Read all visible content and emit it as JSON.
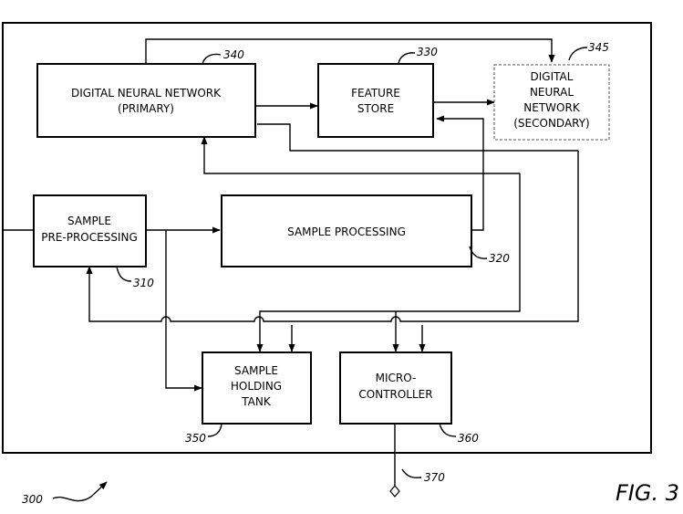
{
  "blocks": {
    "dnn_primary": {
      "line1": "DIGITAL NEURAL NETWORK",
      "line2": "(PRIMARY)",
      "ref": "340"
    },
    "feature_store": {
      "line1": "FEATURE",
      "line2": "STORE",
      "ref": "330"
    },
    "dnn_secondary": {
      "line1": "DIGITAL",
      "line2": "NEURAL",
      "line3": "NETWORK",
      "line4": "(SECONDARY)",
      "ref": "345"
    },
    "pre_processing": {
      "line1": "SAMPLE",
      "line2": "PRE-PROCESSING",
      "ref": "310"
    },
    "sample_processing": {
      "line1": "SAMPLE PROCESSING",
      "ref": "320"
    },
    "holding_tank": {
      "line1": "SAMPLE",
      "line2": "HOLDING",
      "line3": "TANK",
      "ref": "350"
    },
    "micro_controller": {
      "line1": "MICRO-",
      "line2": "CONTROLLER",
      "ref": "360"
    }
  },
  "terminal_ref": "370",
  "system_ref": "300",
  "figure_label": "FIG. 3"
}
